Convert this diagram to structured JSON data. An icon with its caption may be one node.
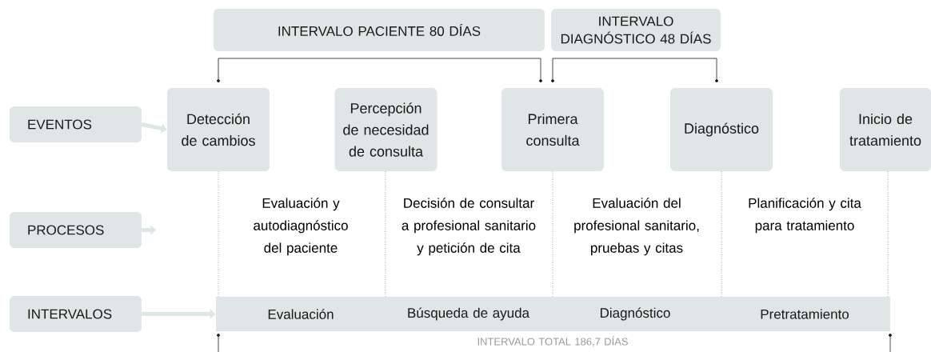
{
  "diagram": {
    "nodes": [
      {
        "text": [
          "INTERVALO PACIENTE 80 DÍAS"
        ]
      },
      {
        "text": [
          "INTERVALO DIAGNÓSTICO 48 DÍAS"
        ]
      },
      {
        "text": [
          "EVENTOS"
        ]
      },
      {
        "text": [
          "Detección de cambios"
        ]
      },
      {
        "text": [
          "Percepción de necesidad de consulta"
        ]
      },
      {
        "text": [
          "Primera consulta"
        ]
      },
      {
        "text": [
          "Diagnóstico"
        ]
      },
      {
        "text": [
          "Inicio de tratamiento"
        ]
      },
      {
        "text": [
          "PROCESOS"
        ]
      },
      {
        "text": [
          "INTERVALOS"
        ]
      },
      {
        "text": [
          "Evaluación"
        ]
      },
      {
        "text": [
          "Búsqueda de ayuda"
        ]
      },
      {
        "text": [
          "Diagnóstico"
        ]
      },
      {
        "text": [
          "Pretratamiento"
        ]
      }
    ],
    "edges": [
      {
        "from": 2,
        "to": 3,
        "arrow": "to"
      },
      {
        "from": 8,
        "to": null,
        "arrow": "to"
      },
      {
        "from": 9,
        "to": 10,
        "arrow": "to"
      }
    ],
    "labels": [
      "Evaluación y autodiagnóstico del paciente",
      "Decisión de consultar a profesional sanitario y petición de cita",
      "Evaluación del profesional sanitario, pruebas y citas",
      "Planificación y cita para tratamiento",
      "INTERVALO TOTAL 186,7 DÍAS"
    ]
  }
}
